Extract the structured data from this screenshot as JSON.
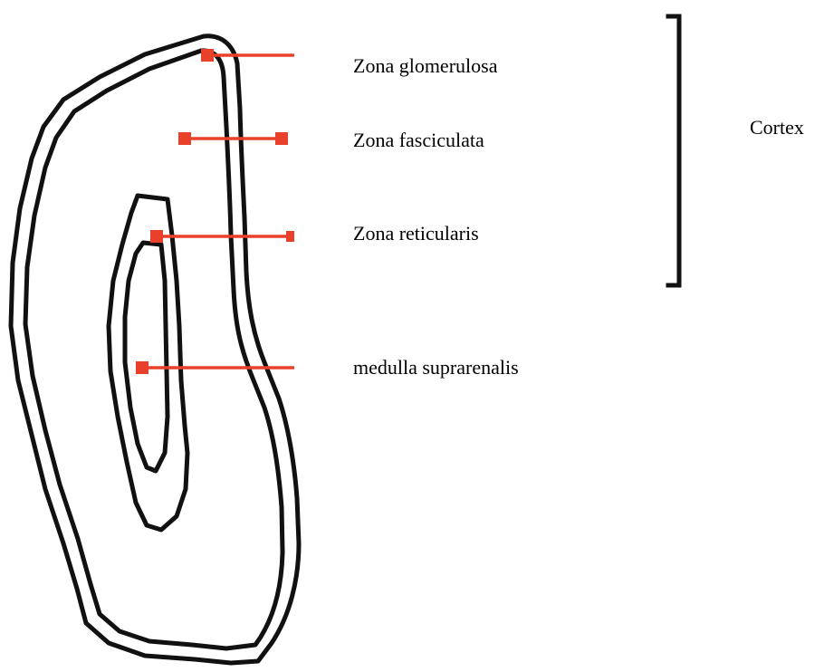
{
  "labels": {
    "zona_glomerulosa": "Zona glomerulosa",
    "zona_fasciculata": "Zona fasciculata",
    "zona_reticularis": "Zona reticularis",
    "medulla": "medulla suprarenalis",
    "cortex": "Cortex"
  },
  "colors": {
    "leader": "#e8402a",
    "outline": "#111111",
    "text": "#000000"
  }
}
